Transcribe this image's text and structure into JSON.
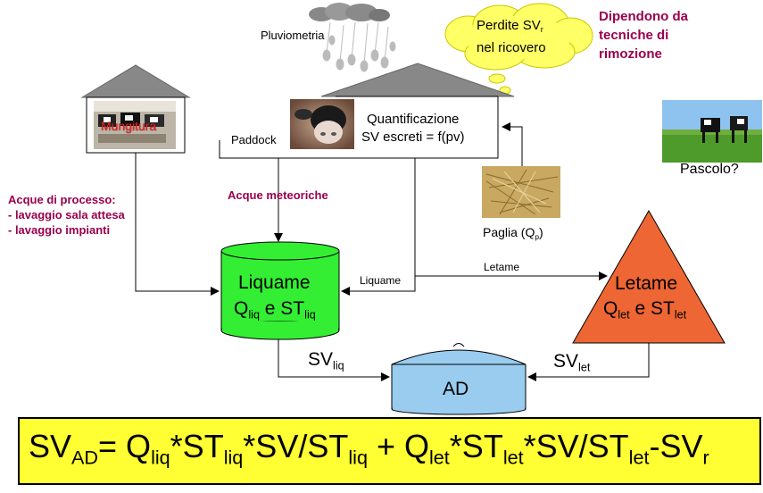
{
  "rain": {
    "label": "Pluviometria"
  },
  "cloud": {
    "line1": "Perdite SV",
    "line1_sub": "r",
    "line2": "nel ricovero"
  },
  "note_removal": {
    "line1": "Dipendono da",
    "line2": "tecniche di",
    "line3": "rimozione"
  },
  "mungitura": {
    "label": "Mungitura"
  },
  "barn": {
    "paddock": "Paddock",
    "title": "Quantificazione",
    "formula": "SV escreti = f(pv)"
  },
  "pasture": {
    "label": "Pascolo?"
  },
  "straw": {
    "label": "Paglia (Q",
    "label_sub": "p",
    "label_end": ")"
  },
  "process_water": {
    "line1": "Acque di processo:",
    "line2": "- lavaggio sala attesa",
    "line3": "- lavaggio impianti"
  },
  "rainwater": {
    "label": "Acque meteoriche"
  },
  "arrows": {
    "liquame": "Liquame",
    "letame": "Letame"
  },
  "liquame_tank": {
    "title": "Liquame",
    "q": "Q",
    "q_sub": "liq",
    "and": " e ST",
    "st_sub": "liq"
  },
  "letame_pile": {
    "title": "Letame",
    "q": "Q",
    "q_sub": "let",
    "and": " e ST",
    "st_sub": "let"
  },
  "flows": {
    "sv": "SV",
    "sv_liq_sub": "liq",
    "sv_let_sub": "let"
  },
  "digester": {
    "label": "AD"
  },
  "formula": {
    "sv": "SV",
    "sv_sub": "AD",
    "eq": "= Q",
    "q1_sub": "liq",
    "t1": "*ST",
    "st1_sub": "liq",
    "t2": "*SV/ST",
    "st2_sub": "liq",
    "plus": " + Q",
    "q2_sub": "let",
    "t3": "*ST",
    "st3_sub": "let",
    "t4": "*SV/ST",
    "st4_sub": "let",
    "minus": "-SV",
    "r_sub": "r"
  },
  "colors": {
    "tank": "#33ee33",
    "pile": "#ee6633",
    "digester": "#99ccee",
    "formula_bg": "#ffff33",
    "maroon": "#99004d"
  }
}
